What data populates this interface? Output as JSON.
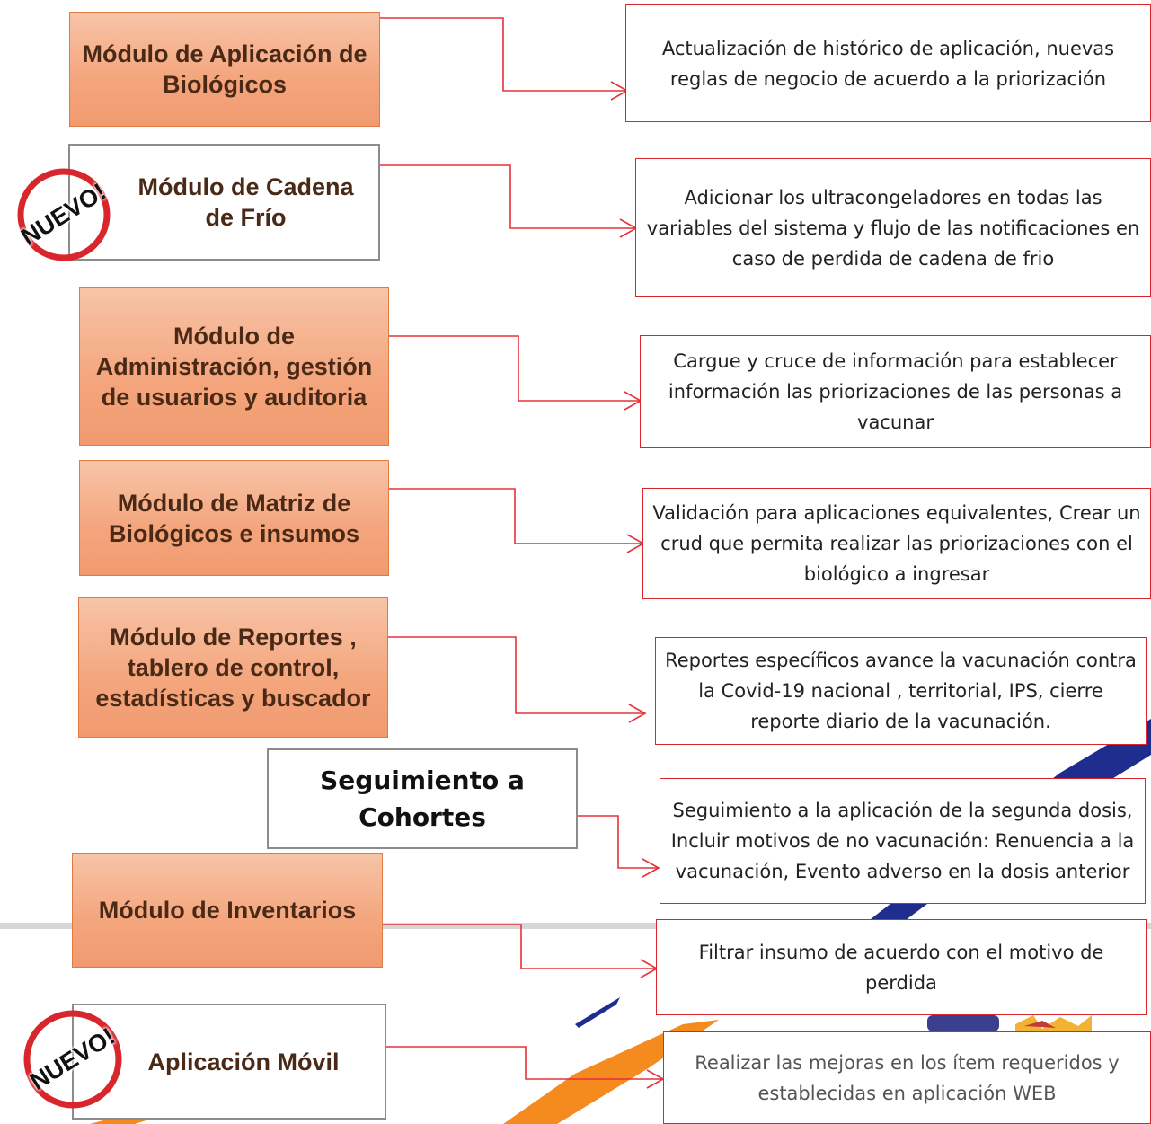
{
  "modules": [
    {
      "label": "Módulo de Aplicación de Biológicos"
    },
    {
      "label": "Módulo de Cadena de Frío"
    },
    {
      "label": "Módulo de Administración, gestión de usuarios y auditoria"
    },
    {
      "label": "Módulo de Matriz de Biológicos e insumos"
    },
    {
      "label": "Módulo de Reportes , tablero de control, estadísticas y buscador"
    },
    {
      "label": "Seguimiento a Cohortes"
    },
    {
      "label": "Módulo de Inventarios"
    },
    {
      "label": "Aplicación Móvil"
    }
  ],
  "descriptions": [
    {
      "text": "Actualización de histórico de aplicación, nuevas reglas de negocio de acuerdo a la priorización"
    },
    {
      "text": "Adicionar los ultracongeladores en todas las variables del sistema y flujo de las notificaciones en caso de perdida de cadena de frio"
    },
    {
      "text": "Cargue y cruce de información para establecer información las priorizaciones de las personas a vacunar"
    },
    {
      "text": "Validación para aplicaciones equivalentes, Crear un crud que permita realizar las priorizaciones con el biológico a ingresar"
    },
    {
      "text": "Reportes específicos avance la vacunación contra la Covid-19 nacional , territorial, IPS, cierre reporte diario de la vacunación."
    },
    {
      "text": "Seguimiento a la aplicación de la segunda dosis, Incluir motivos de no vacunación: Renuencia a la vacunación, Evento adverso en la dosis anterior"
    },
    {
      "text": "Filtrar insumo de acuerdo con el motivo de perdida"
    },
    {
      "text": "Realizar las mejoras en los ítem requeridos y establecidas en aplicación WEB"
    }
  ],
  "badges": [
    {
      "text": "NUEVO!"
    },
    {
      "text": "NUEVO!"
    }
  ],
  "colors": {
    "module_fill": "#f4a57c",
    "module_border": "#e07a43",
    "description_border": "#d9262c",
    "connector": "#e8303a",
    "badge_ring": "#d9262c",
    "deco_blue": "#1f2d8f",
    "deco_orange": "#f58a1f"
  }
}
